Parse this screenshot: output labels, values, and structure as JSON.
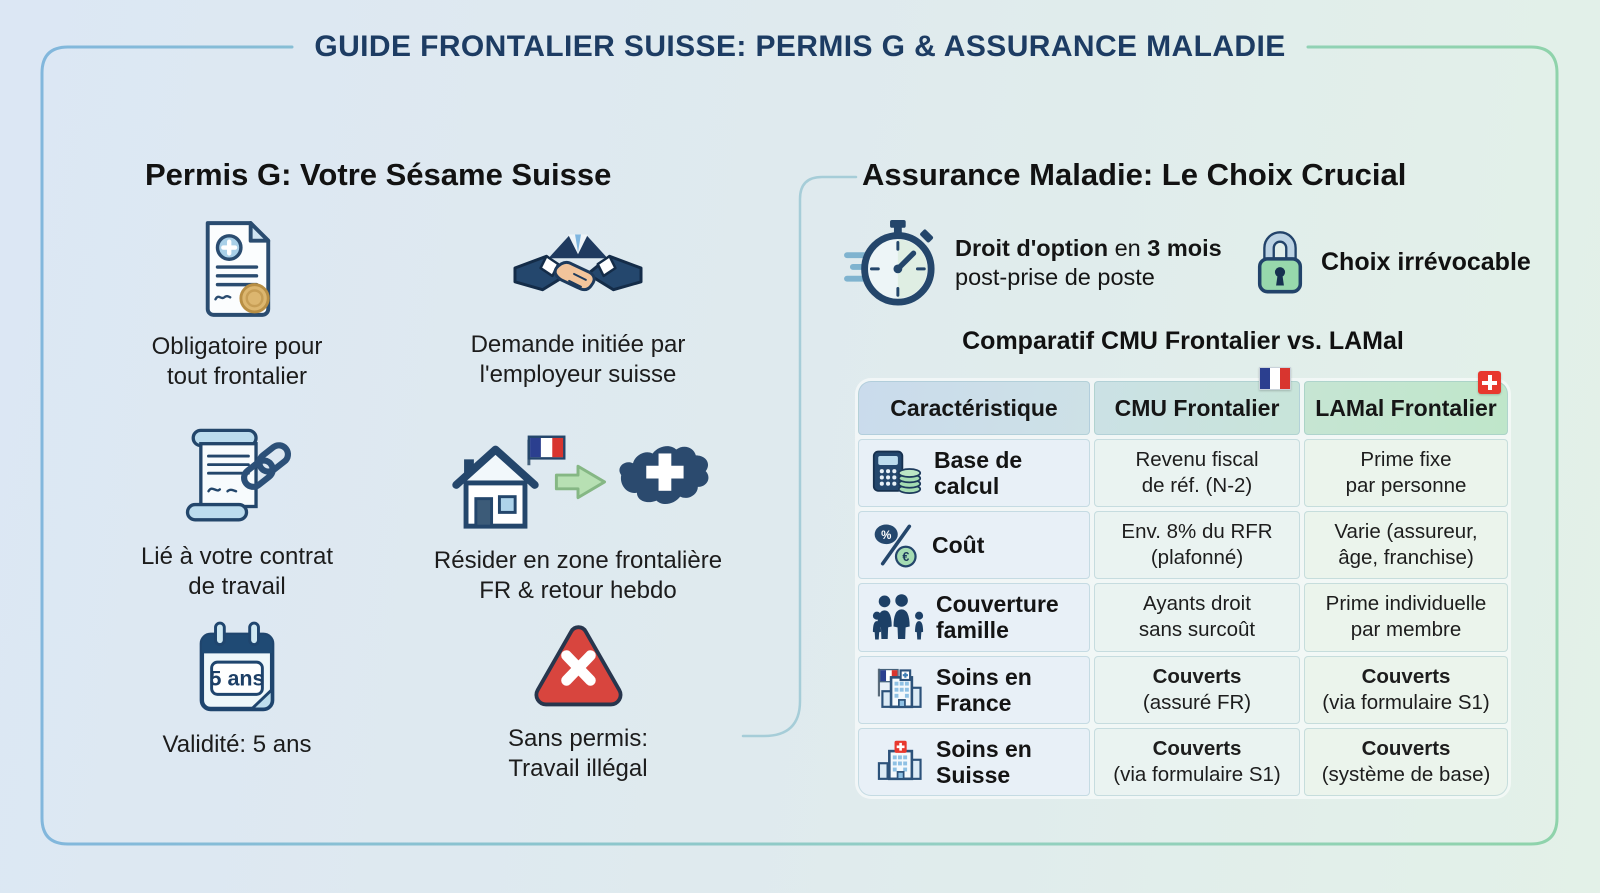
{
  "title": "GUIDE FRONTALIER SUISSE: PERMIS G & ASSURANCE MALADIE",
  "palette": {
    "title_navy": "#1d3c63",
    "ink": "#141414",
    "frame_blue": "#82b7dc",
    "frame_green": "#8fd3ab",
    "bracket_teal": "#a6cdd8",
    "icon_navy": "#24466b",
    "icon_light_blue": "#b9d8ec",
    "icon_green": "#a5dcb2",
    "seal_gold": "#dcb66f",
    "alert_red": "#d8453e",
    "flag_blue": "#2b3f8f",
    "flag_red": "#d8352f",
    "swiss_red": "#e8382e"
  },
  "left_section": {
    "title": "Permis G: Votre Sésame Suisse",
    "items": [
      {
        "icon": "permit-document-icon",
        "lines": [
          "Obligatoire pour",
          "tout frontalier"
        ]
      },
      {
        "icon": "handshake-icon",
        "lines": [
          "Demande initiée par",
          "l'employeur suisse"
        ]
      },
      {
        "icon": "contract-chain-icon",
        "lines": [
          "Lié à votre contrat",
          "de travail"
        ]
      },
      {
        "icon": "house-to-switzerland-icon",
        "lines": [
          "Résider en zone frontalière",
          "FR & retour hebdo"
        ]
      },
      {
        "icon": "calendar-icon",
        "badge": "5 ans",
        "lines": [
          "Validité: 5 ans"
        ]
      },
      {
        "icon": "warning-triangle-icon",
        "lines": [
          "Sans permis:",
          "Travail illégal"
        ]
      }
    ]
  },
  "right_section": {
    "title": "Assurance Maladie: Le Choix Crucial",
    "option_info": {
      "icon": "stopwatch-icon",
      "bold1": "Droit d'option",
      "mid": " en ",
      "bold2": "3 mois",
      "line2": "post-prise de poste"
    },
    "lock_info": {
      "icon": "padlock-icon",
      "label": "Choix irrévocable"
    },
    "table": {
      "title": "Comparatif CMU Frontalier vs. LAMal",
      "headers": [
        {
          "label": "Caractéristique",
          "flag": ""
        },
        {
          "label": "CMU Frontalier",
          "flag": "france-flag-icon"
        },
        {
          "label": "LAMal Frontalier",
          "flag": "switzerland-flag-icon"
        }
      ],
      "rows": [
        {
          "icon": "calculator-coins-icon",
          "label": [
            "Base de",
            "calcul"
          ],
          "cmu": [
            "Revenu fiscal",
            "de réf. (N-2)"
          ],
          "lamal": [
            "Prime fixe",
            "par personne"
          ]
        },
        {
          "icon": "percent-euro-icon",
          "label": [
            "Coût"
          ],
          "cmu": [
            "Env. 8% du RFR",
            "(plafonné)"
          ],
          "lamal": [
            "Varie (assureur,",
            "âge, franchise)"
          ]
        },
        {
          "icon": "family-icon",
          "label": [
            "Couverture",
            "famille"
          ],
          "cmu": [
            "Ayants droit",
            "sans surcoût"
          ],
          "lamal": [
            "Prime individuelle",
            "par membre"
          ]
        },
        {
          "icon": "hospital-france-icon",
          "label": [
            "Soins en",
            "France"
          ],
          "cmu": [
            "Couverts",
            "(assuré FR)"
          ],
          "lamal": [
            "Couverts",
            "(via formulaire S1)"
          ]
        },
        {
          "icon": "hospital-suisse-icon",
          "label": [
            "Soins en",
            "Suisse"
          ],
          "cmu": [
            "Couverts",
            "(via formulaire S1)"
          ],
          "lamal": [
            "Couverts",
            "(système de base)"
          ]
        }
      ]
    }
  }
}
